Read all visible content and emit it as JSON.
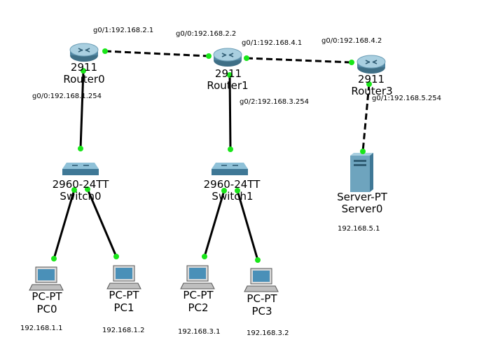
{
  "colors": {
    "link": "#000000",
    "port_dot": "#19e619",
    "router_body": "#5a8ea6",
    "router_top": "#a9cfe0",
    "switch_body": "#4d8ba8",
    "server_body": "#6ea4be",
    "pc_screen": "#4a90b8"
  },
  "devices": {
    "router0": {
      "model": "2911",
      "name": "Router0"
    },
    "router1": {
      "model": "2911",
      "name": "Router1"
    },
    "router3": {
      "model": "2911",
      "name": "Router3"
    },
    "switch0": {
      "model": "2960-24TT",
      "name": "Switch0"
    },
    "switch1": {
      "model": "2960-24TT",
      "name": "Switch1"
    },
    "server0": {
      "model": "Server-PT",
      "name": "Server0",
      "ip": "192.168.5.1"
    },
    "pc0": {
      "model": "PC-PT",
      "name": "PC0",
      "ip": "192.168.1.1"
    },
    "pc1": {
      "model": "PC-PT",
      "name": "PC1",
      "ip": "192.168.1.2"
    },
    "pc2": {
      "model": "PC-PT",
      "name": "PC2",
      "ip": "192.168.3.1"
    },
    "pc3": {
      "model": "PC-PT",
      "name": "PC3",
      "ip": "192.168.3.2"
    }
  },
  "interfaces": {
    "r0_g01": "g0/1:192.168.2.1",
    "r0_g00": "g0/0:192.168.1.254",
    "r1_g00": "g0/0:192.168.2.2",
    "r1_g01": "g0/1:192.168.4.1",
    "r1_g02": "g0/2:192.168.3.254",
    "r3_g00": "g0/0:192.168.4.2",
    "r3_g01": "g0/1:192.168.5.254"
  },
  "links": [
    {
      "from": "router0",
      "to": "router1",
      "style": "dashed"
    },
    {
      "from": "router1",
      "to": "router3",
      "style": "dashed"
    },
    {
      "from": "router0",
      "to": "switch0",
      "style": "solid"
    },
    {
      "from": "router1",
      "to": "switch1",
      "style": "solid"
    },
    {
      "from": "router3",
      "to": "server0",
      "style": "dashed"
    },
    {
      "from": "switch0",
      "to": "pc0",
      "style": "solid"
    },
    {
      "from": "switch0",
      "to": "pc1",
      "style": "solid"
    },
    {
      "from": "switch1",
      "to": "pc2",
      "style": "solid"
    },
    {
      "from": "switch1",
      "to": "pc3",
      "style": "solid"
    }
  ]
}
